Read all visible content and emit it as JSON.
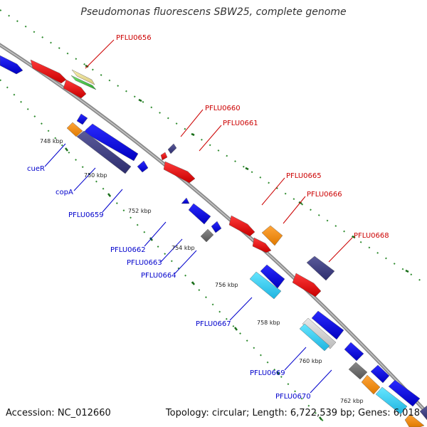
{
  "title": "Pseudomonas fluorescens SBW25, complete genome",
  "accession": "Accession: NC_012660",
  "stats": "Topology: circular; Length: 6,722,539 bp; Genes: 6,018",
  "colors": {
    "background": "#ffffff",
    "backbone": "#8a8a8a",
    "tick_dots": "#2e8b2e",
    "tick_major": "#1a6e1a",
    "forward_label": "#cc0000",
    "reverse_label": "#0000cc"
  },
  "kbp_ticks": [
    "748 kbp",
    "750 kbp",
    "752 kbp",
    "754 kbp",
    "756 kbp",
    "758 kbp",
    "760 kbp",
    "762 kbp"
  ],
  "forward_gene_labels": [
    "PFLU0656",
    "PFLU0660",
    "PFLU0661",
    "PFLU0665",
    "PFLU0666",
    "PFLU0668"
  ],
  "reverse_gene_labels": [
    "cueR",
    "copA",
    "PFLU0659",
    "PFLU0662",
    "PFLU0663",
    "PFLU0664",
    "PFLU0667",
    "PFLU0669",
    "PFLU0670"
  ]
}
